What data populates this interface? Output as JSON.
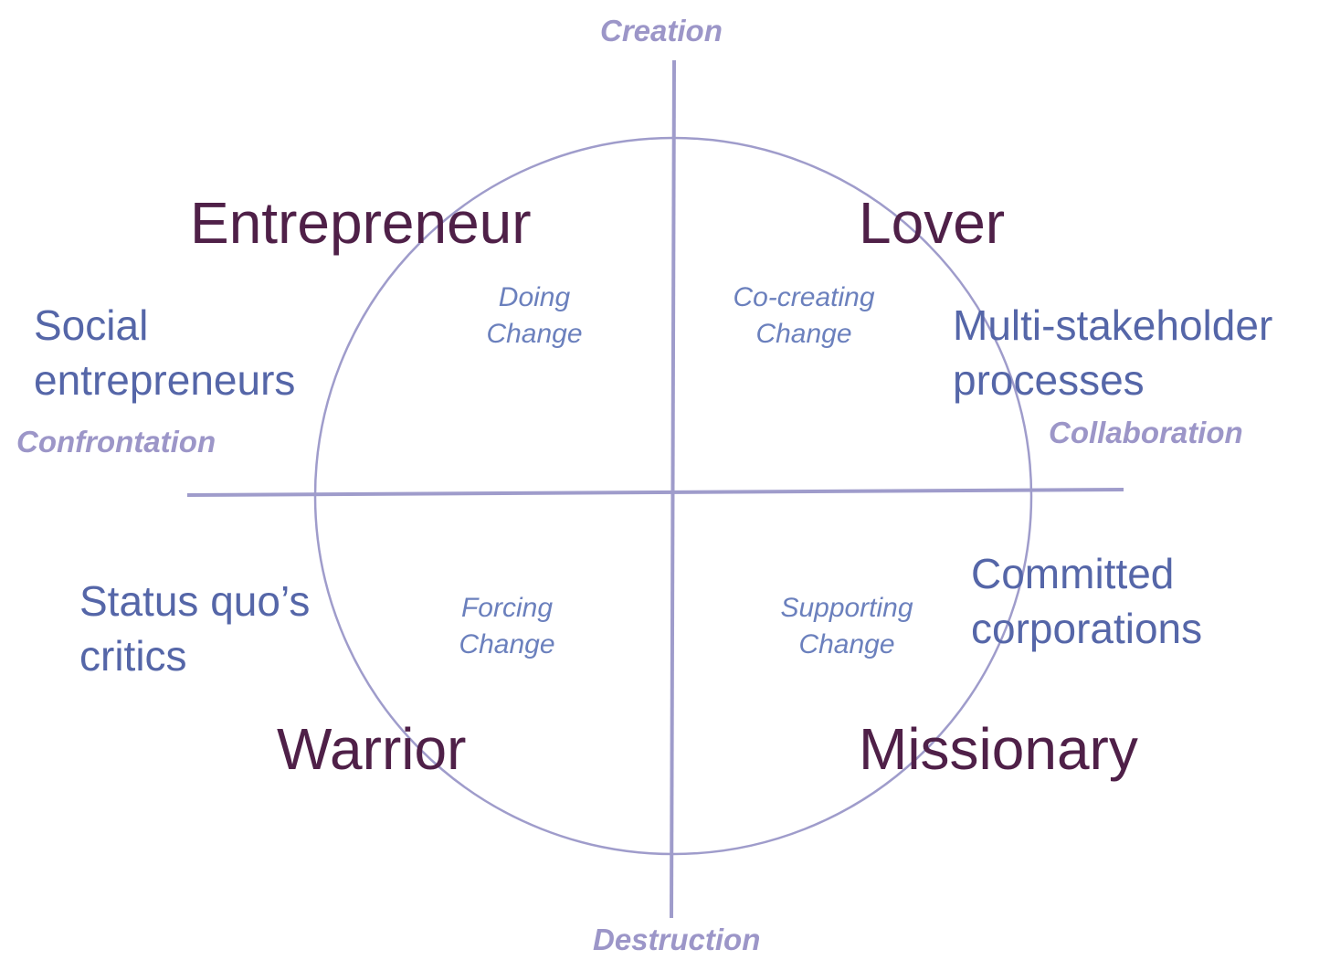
{
  "axes": {
    "top": "Creation",
    "bottom": "Destruction",
    "left": "Confrontation",
    "right": "Collaboration"
  },
  "quadrants": {
    "top_left": {
      "role": "Entrepreneur",
      "mode": [
        "Doing",
        "Change"
      ],
      "actor": [
        "Social",
        "entrepreneurs"
      ]
    },
    "top_right": {
      "role": "Lover",
      "mode": [
        "Co-creating",
        "Change"
      ],
      "actor": [
        "Multi-stakeholder",
        "processes"
      ]
    },
    "bottom_left": {
      "role": "Warrior",
      "mode": [
        "Forcing",
        "Change"
      ],
      "actor": [
        "Status quo’s",
        "critics"
      ]
    },
    "bottom_right": {
      "role": "Missionary",
      "mode": [
        "Supporting",
        "Change"
      ],
      "actor": [
        "Committed",
        "corporations"
      ]
    }
  },
  "colors": {
    "lines": "#9f9ccb",
    "role_text": "#4f2048",
    "actor_text": "#5566a8",
    "mode_text": "#6b80bd",
    "axis_text": "#9c96c8"
  }
}
